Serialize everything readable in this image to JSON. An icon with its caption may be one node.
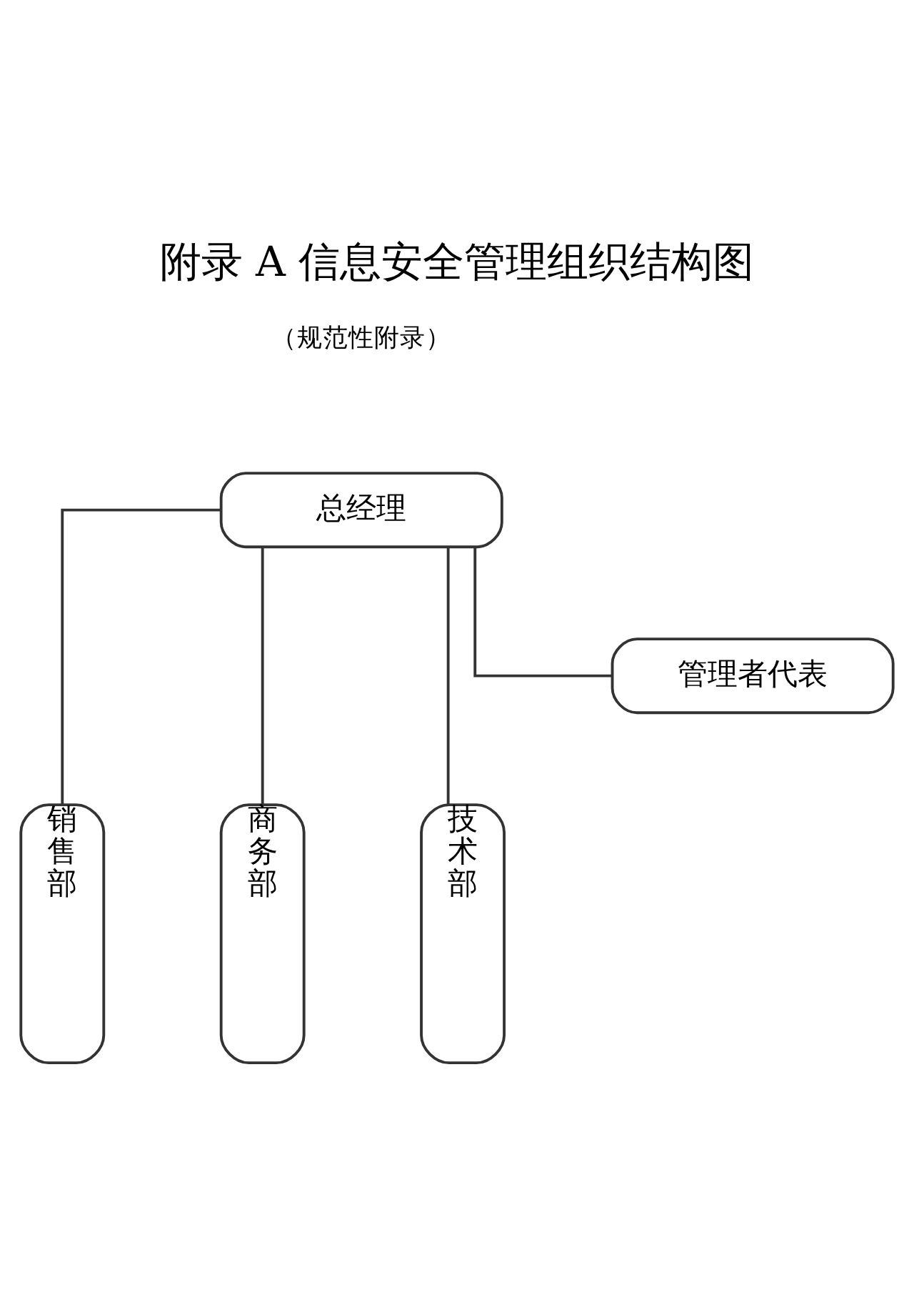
{
  "diagram": {
    "title": "附录 A 信息安全管理组织结构图",
    "nodes": [
      {
        "text": [
          "总经理"
        ]
      },
      {
        "text": [
          "管理者代表"
        ]
      },
      {
        "text": [
          "销售部"
        ]
      },
      {
        "text": [
          "商务部"
        ]
      },
      {
        "text": [
          "技术部"
        ]
      }
    ],
    "edges": [
      {
        "from": 0,
        "to": 2,
        "arrow": "none"
      },
      {
        "from": 0,
        "to": 3,
        "arrow": "none"
      },
      {
        "from": 0,
        "to": 4,
        "arrow": "none"
      },
      {
        "from": 0,
        "to": 1,
        "arrow": "none"
      }
    ],
    "labels": [
      "（规范性附录）"
    ]
  }
}
